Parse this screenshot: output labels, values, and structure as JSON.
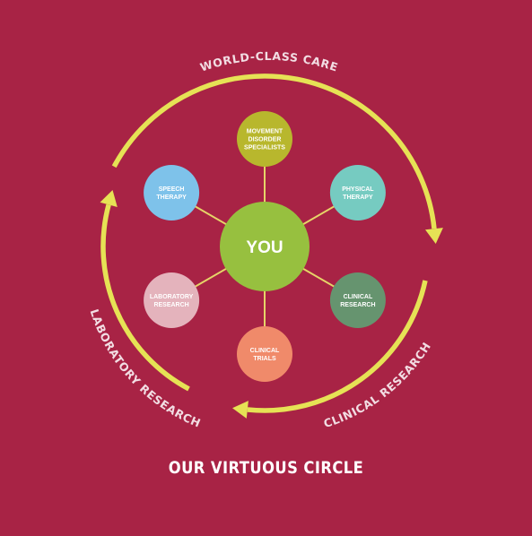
{
  "colors": {
    "background": "#A82345",
    "arrow": "#E6E255",
    "spoke": "#E6D468",
    "arc_text": "#F2DDE3",
    "label": "#FFFFFF"
  },
  "center": {
    "label": "YOU",
    "color": "#97C03F"
  },
  "nodes": [
    {
      "id": "movement-disorder-specialists",
      "lines": [
        "MOVEMENT",
        "DISORDER",
        "SPECIALISTS"
      ],
      "color": "#B8B72D"
    },
    {
      "id": "physical-therapy",
      "lines": [
        "PHYSICAL",
        "THERAPY"
      ],
      "color": "#76CBC1"
    },
    {
      "id": "clinical-research",
      "lines": [
        "CLINICAL",
        "RESEARCH"
      ],
      "color": "#66946F"
    },
    {
      "id": "clinical-trials",
      "lines": [
        "CLINICAL",
        "TRIALS"
      ],
      "color": "#F08A6A"
    },
    {
      "id": "laboratory-research",
      "lines": [
        "LABORATORY",
        "RESEARCH"
      ],
      "color": "#E4B3BC"
    },
    {
      "id": "speech-therapy",
      "lines": [
        "SPEECH",
        "THERAPY"
      ],
      "color": "#7EC2EA"
    }
  ],
  "cycle_labels": {
    "top": "WORLD-CLASS CARE",
    "bottom_right": "CLINICAL RESEARCH",
    "bottom_left": "LABORATORY RESEARCH"
  },
  "caption": "OUR VIRTUOUS CIRCLE"
}
